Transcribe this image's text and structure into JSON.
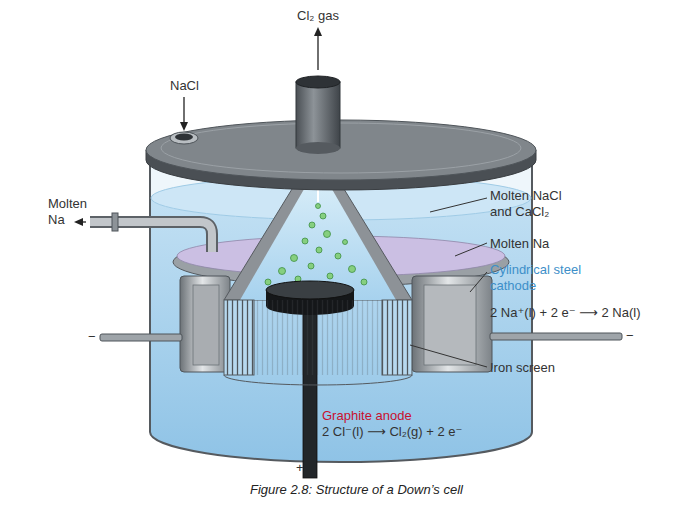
{
  "diagram": {
    "caption": "Figure 2.8: Structure of a Down’s cell",
    "labels": [
      "Cl₂ gas",
      "NaCl",
      "Molten Na",
      "Molten NaCl and CaCl₂",
      "Molten Na",
      "Cylindrical steel cathode",
      "2 Na⁺(l) + 2 e⁻ ⟶ 2 Na(l)",
      "Iron screen",
      "Graphite anode",
      "2 Cl⁻(l) ⟶ Cl₂(g) + 2 e⁻",
      "−",
      "−",
      "+"
    ]
  }
}
